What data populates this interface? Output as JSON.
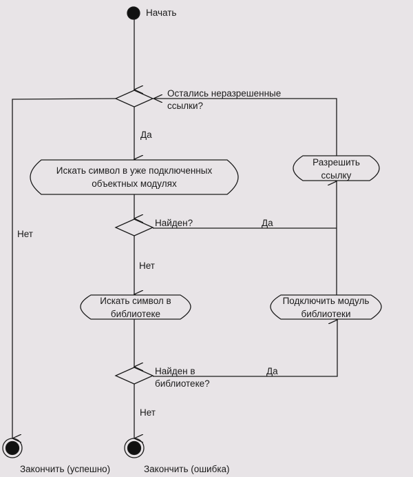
{
  "diagram": {
    "type": "activity",
    "nodes": {
      "start": {
        "label": "Начать"
      },
      "decision_unresolved": {
        "label_line1": "Остались неразрешенные",
        "label_line2": "ссылки?"
      },
      "search_loaded": {
        "line1": "Искать символ в уже подключенных",
        "line2": "объектных модулях"
      },
      "decision_found": {
        "label": "Найден?"
      },
      "search_library": {
        "line1": "Искать символ в",
        "line2": "библиотеке"
      },
      "decision_found_lib": {
        "label_line1": "Найден в",
        "label_line2": "библиотеке?"
      },
      "resolve_ref": {
        "line1": "Разрешить",
        "line2": "ссылку"
      },
      "link_module": {
        "line1": "Подключить модуль",
        "line2": "библиотеки"
      },
      "end_success": {
        "label": "Закончить (успешно)"
      },
      "end_error": {
        "label": "Закончить (ошибка)"
      }
    },
    "edges": {
      "unresolved_yes": "Да",
      "unresolved_no": "Нет",
      "found_yes": "Да",
      "found_no": "Нет",
      "found_lib_yes": "Да",
      "found_lib_no": "Нет"
    }
  }
}
